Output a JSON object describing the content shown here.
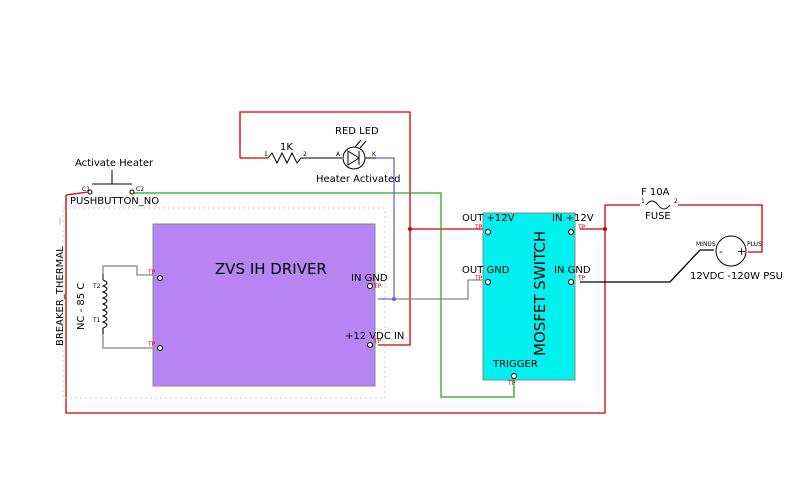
{
  "colors": {
    "background": "#ffffff",
    "red_wire": "#cc0000",
    "green_wire": "#22aa22",
    "blue_wire": "#6666cc",
    "gray_wire": "#888888",
    "black_wire": "#000000",
    "driver_fill": "#b784f2",
    "switch_fill": "#00f0f0",
    "bbox_gray": "#bbbbbb"
  },
  "labels": {
    "red_led": "RED LED",
    "heater_activated": "Heater Activated",
    "resistor_value": "1K",
    "resistor_pin1": "1",
    "resistor_pin2": "2",
    "led_anode": "A",
    "led_cathode": "K",
    "activate_heater": "Activate Heater",
    "pushbutton": "PUSHBUTTON_NO",
    "pb_pin1": "C1",
    "pb_pin2": "C2",
    "breaker": "BREAKER_THERMAL",
    "breaker_spec": "NC - 85 C",
    "breaker_t1": "T1",
    "breaker_t2": "T2",
    "zvs_title": "ZVS IH DRIVER",
    "zvs_in_gnd": "IN GND",
    "zvs_12v_in": "+12 VDC IN",
    "mos_title": "MOSFET SWITCH",
    "mos_out_12v": "OUT +12V",
    "mos_in_12v": "IN +12V",
    "mos_out_gnd": "OUT GND",
    "mos_in_gnd": "IN GND",
    "mos_trigger": "TRIGGER",
    "fuse_ref": "F 10A",
    "fuse": "FUSE",
    "fuse_pin1": "1",
    "fuse_pin2": "2",
    "psu": "12VDC -120W PSU",
    "psu_minus_lbl": "MINUS",
    "psu_plus_lbl": "PLUS",
    "psu_minus": "-",
    "psu_plus": "+",
    "tp": "TP"
  }
}
